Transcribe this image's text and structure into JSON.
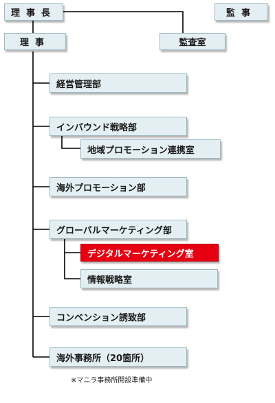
{
  "org": {
    "chairman": "理事長",
    "auditor": "監事",
    "director": "理事",
    "audit_office": "監査室",
    "departments": [
      "経営管理部",
      "インバウンド戦略部",
      "地域プロモーション連携室",
      "海外プロモーション部",
      "グローバルマーケティング部",
      "デジタルマーケティング室",
      "情報戦略室",
      "コンベンション誘致部",
      "海外事務所（20箇所）"
    ],
    "note": "※マニラ事務所開設準備中"
  },
  "colors": {
    "box_fill": "#e4eff3",
    "box_border": "#9fb8c2",
    "highlight": "#e60012",
    "line": "#000000"
  }
}
